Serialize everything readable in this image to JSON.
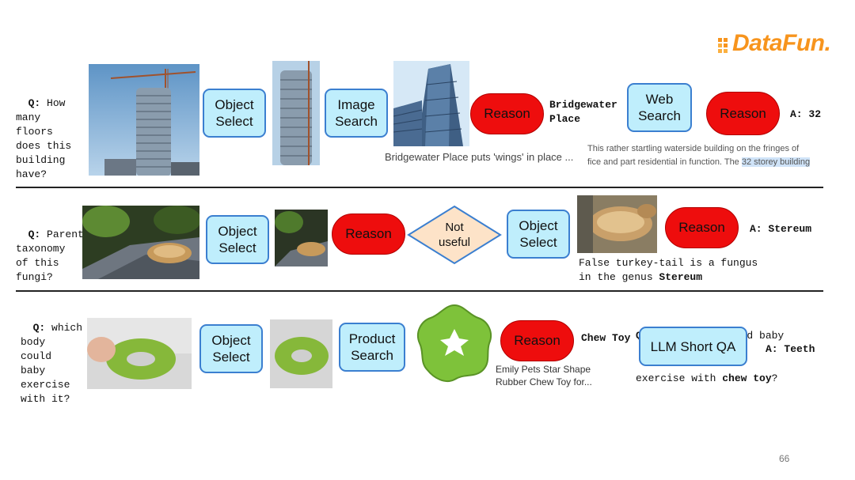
{
  "logo": {
    "text": "DataFun.",
    "color": "#f7941d"
  },
  "page_number": "66",
  "colors": {
    "tool_fill": "#bfeefc",
    "tool_border": "#3b7fd0",
    "reason_fill": "#ee0d0d",
    "diamond_fill": "#fde3c8",
    "diamond_border": "#3b7fd0"
  },
  "row1": {
    "q_label": "Q:",
    "question": " How\nmany\nfloors\ndoes this\nbuilding\nhave?",
    "object_select": "Object\nSelect",
    "image_search": "Image\nSearch",
    "reason1": "Reason",
    "entity": "Bridgewater\nPlace",
    "web_search": "Web\nSearch",
    "reason2": "Reason",
    "answer": "A: 32",
    "caption1": "Bridgewater Place puts 'wings' in place ...",
    "web_snippet_line1": "This rather startling waterside building on the fringes of",
    "web_snippet_line2": "fice and part residential in function. The ",
    "web_snippet_highlight": "32 storey building"
  },
  "row2": {
    "q_label": "Q:",
    "question": " Parent\ntaxonomy\nof this\nfungi?",
    "object_select1": "Object\nSelect",
    "reason1": "Reason",
    "not_useful": "Not\nuseful",
    "object_select2": "Object\nSelect",
    "reason2": "Reason",
    "answer": "A: Stereum",
    "caption_line1": "False turkey-tail is a fungus",
    "caption_line2_prefix": "in the genus ",
    "caption_line2_bold": "Stereum"
  },
  "row3": {
    "q_label": "Q:",
    "question": " which\nbody\ncould\nbaby\nexercise\nwith it?",
    "object_select": "Object\nSelect",
    "product_search": "Product\nSearch",
    "reason": "Reason",
    "entity": "Chew Toy",
    "product_caption_line1": "Emily Pets Star Shape",
    "product_caption_line2": "Rubber Chew Toy for...",
    "rewritten_q_label": "Q:",
    "rewritten_q_line1": " which body could baby",
    "rewritten_q_line2_prefix": "exercise with ",
    "rewritten_q_bold": "chew toy",
    "rewritten_q_suffix": "?",
    "llm_short_qa": "LLM Short QA",
    "answer": "A: Teeth"
  }
}
